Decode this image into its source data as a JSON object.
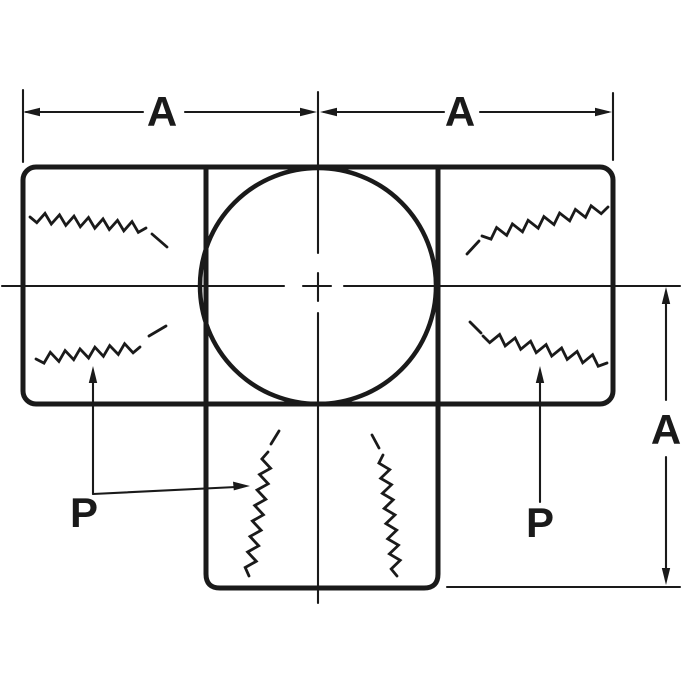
{
  "figure": {
    "background": "#ffffff",
    "ink": "#1a1a1a",
    "labels": {
      "dim_a_top_left": "A",
      "dim_a_top_right": "A",
      "dim_a_right": "A",
      "port_p_left": "P",
      "port_p_right": "P"
    }
  }
}
